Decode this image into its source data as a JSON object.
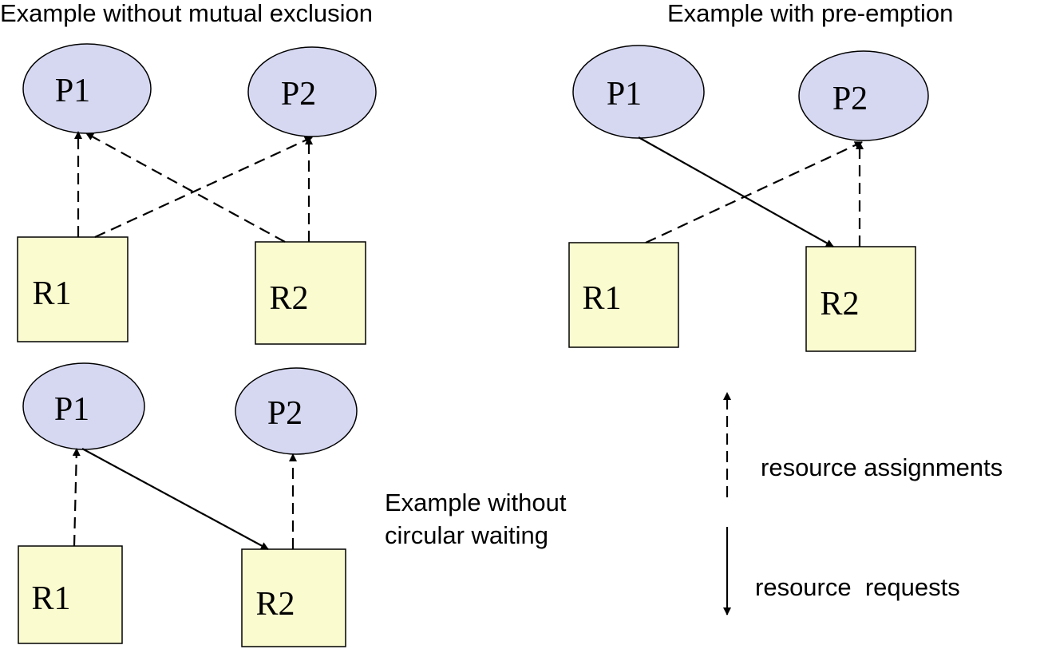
{
  "titles": {
    "no_mutex": "Example without mutual exclusion",
    "preemption": "Example with pre-emption",
    "no_circular_line1": "Example without",
    "no_circular_line2": "circular waiting"
  },
  "labels": {
    "p1": "P1",
    "p2": "P2",
    "r1": "R1",
    "r2": "R2"
  },
  "legend": {
    "assignments": "resource assignments",
    "requests": "resource  requests"
  },
  "colors": {
    "process_fill": "#d6d8f2",
    "resource_fill": "#fbfbd0",
    "edge": "#000000"
  },
  "edge_kinds": {
    "assignment": "dashed arrow",
    "request": "solid arrow"
  }
}
